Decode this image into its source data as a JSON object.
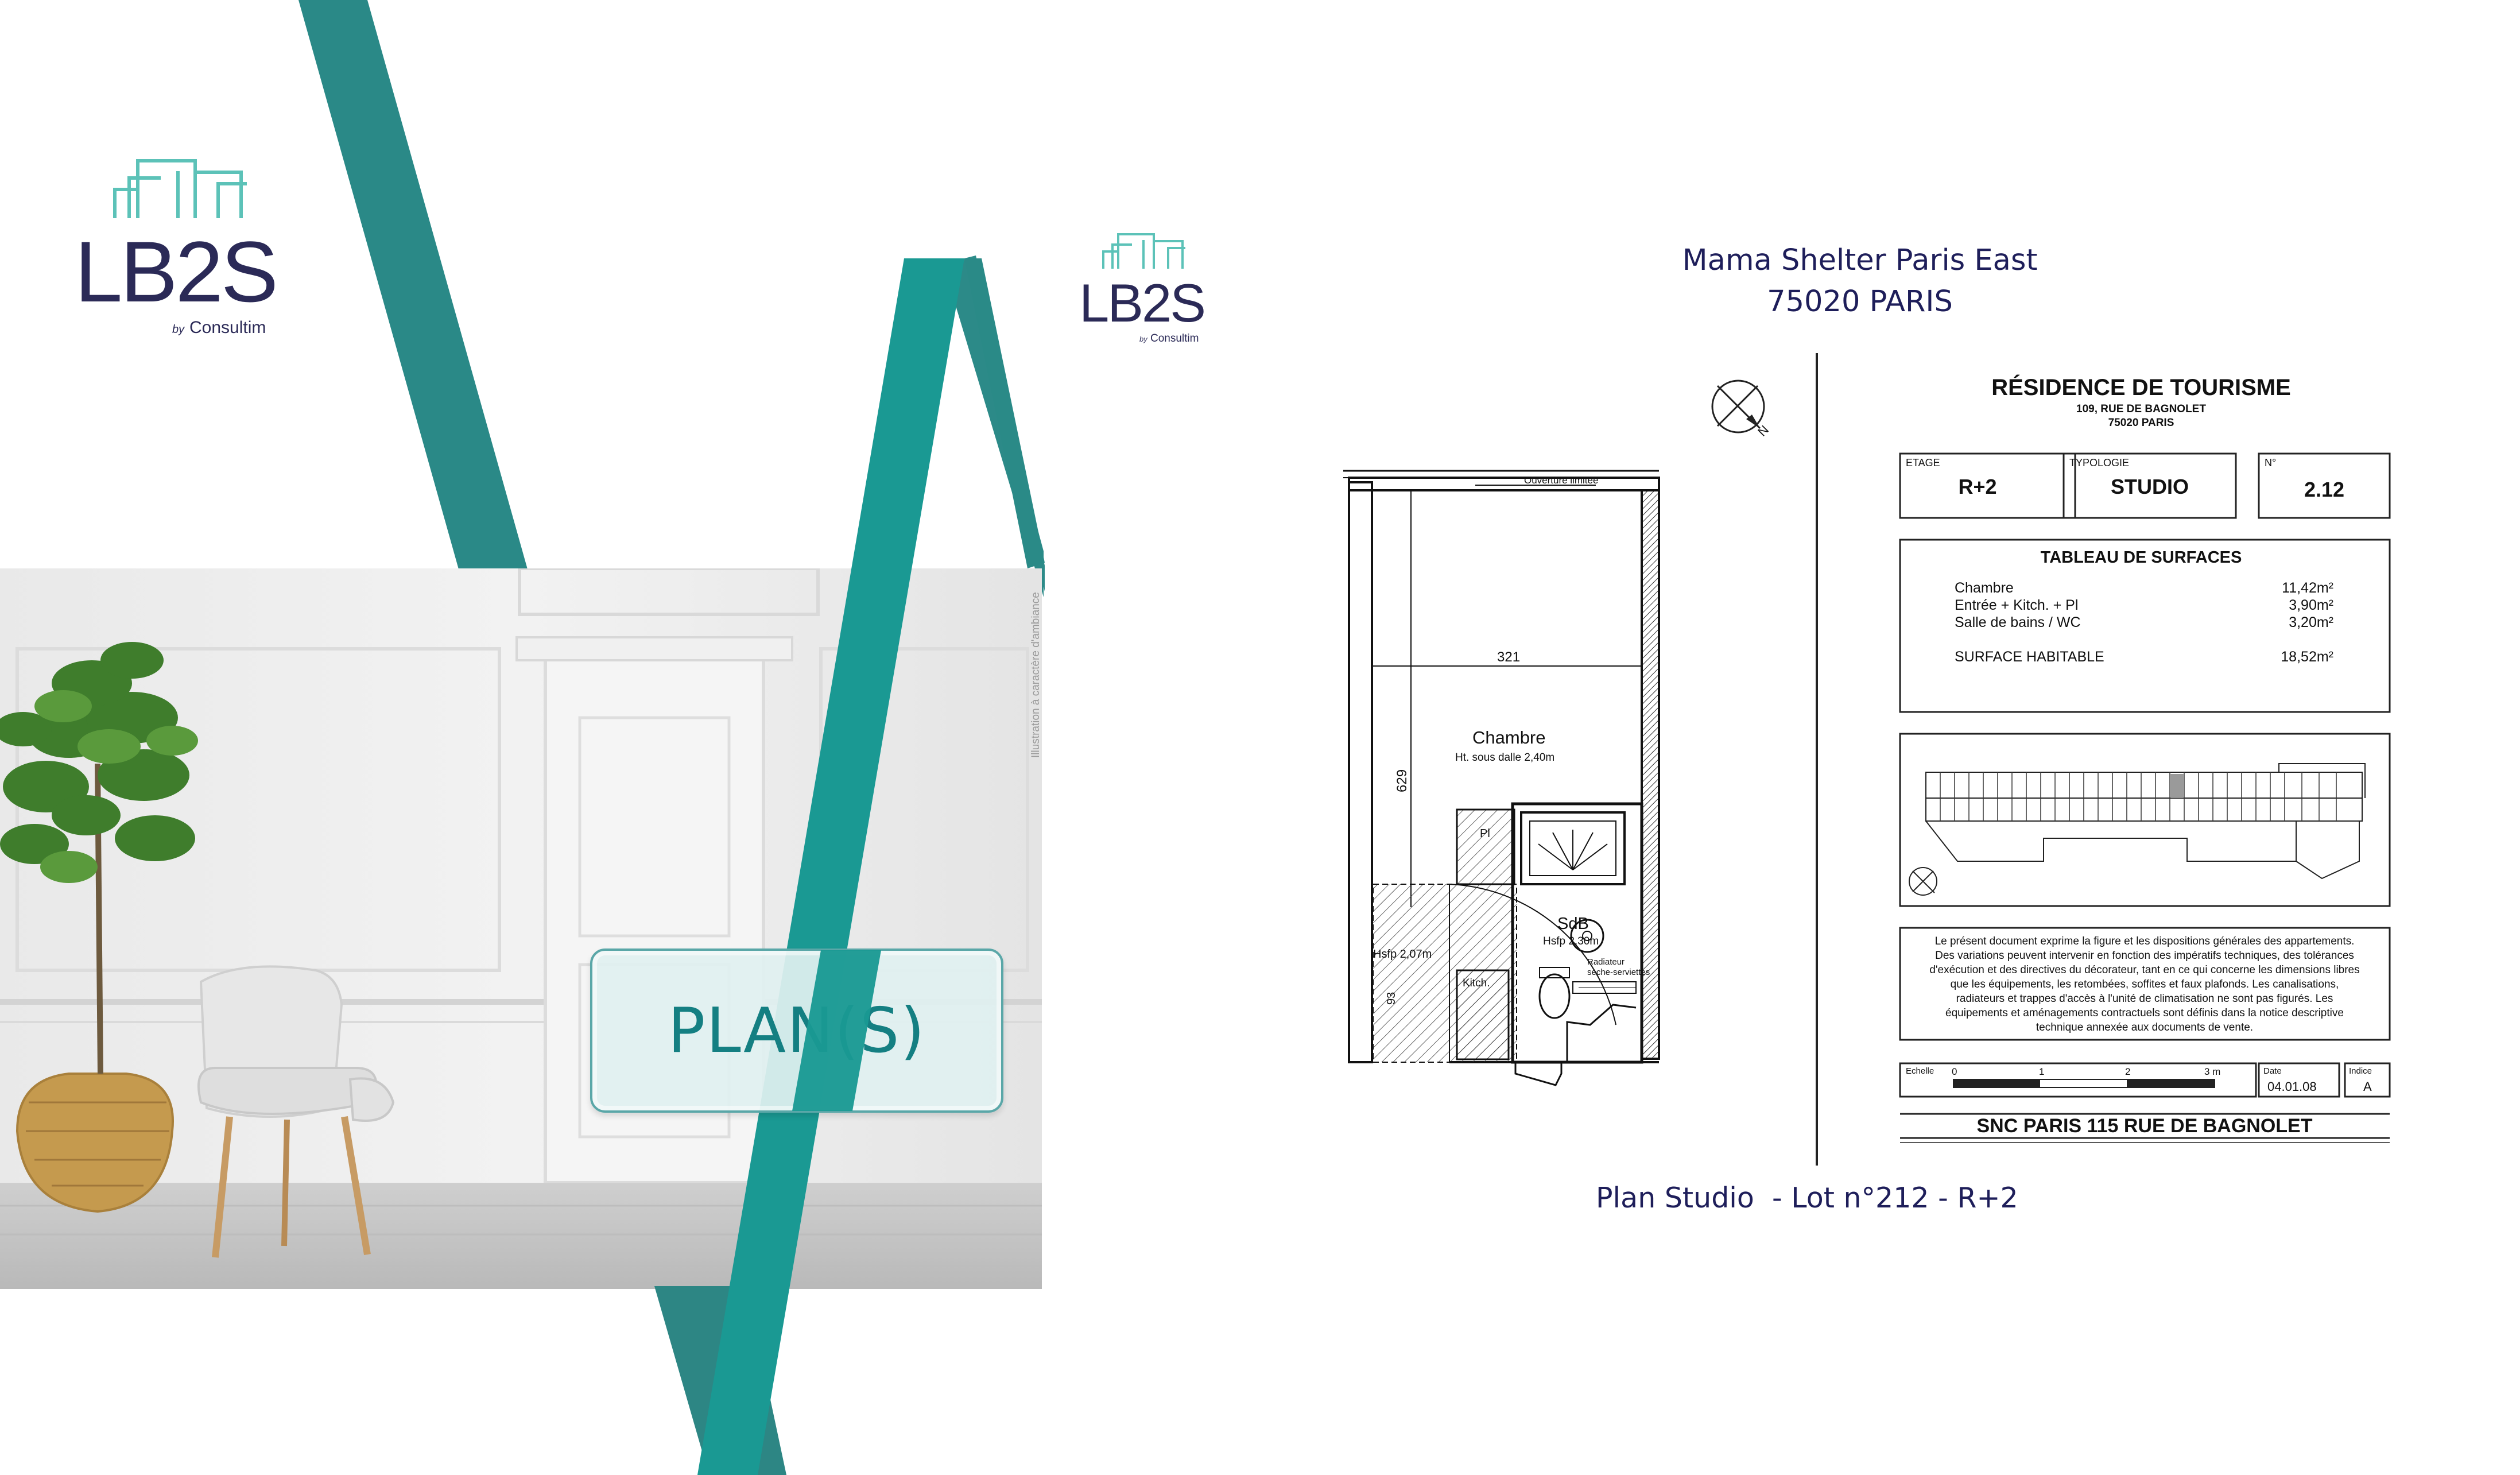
{
  "brand": {
    "logo_name": "LB2S",
    "logo_tagline_by": "by",
    "logo_tagline_company": "Consultim"
  },
  "hero": {
    "label": "PLAN(S)",
    "image_caption": "Illustration à caractère d'ambiance"
  },
  "property": {
    "name": "Mama Shelter Paris East",
    "city": "75020 PARIS"
  },
  "sheet": {
    "title": "RÉSIDENCE DE TOURISME",
    "address_line1": "109, RUE DE BAGNOLET",
    "address_line2": "75020 PARIS",
    "etage_label": "ETAGE",
    "etage_value": "R+2",
    "typologie_label": "TYPOLOGIE",
    "typologie_value": "STUDIO",
    "numero_label": "N°",
    "numero_value": "2.12",
    "surfaces_title": "TABLEAU DE SURFACES",
    "surfaces": [
      {
        "room": "Chambre",
        "area": "11,42m²"
      },
      {
        "room": "Entrée + Kitch. + Pl",
        "area": "3,90m²"
      },
      {
        "room": "Salle de bains / WC",
        "area": "3,20m²"
      }
    ],
    "surface_total_label": "SURFACE HABITABLE",
    "surface_total_value": "18,52m²",
    "disclaimer_lines": [
      "Le présent document exprime la figure et les dispositions générales des appartements.",
      "Des variations peuvent intervenir en fonction des impératifs techniques, des tolérances",
      "d'exécution et des directives du décorateur, tant en ce qui concerne les dimensions libres",
      "que les équipements, les retombées, soffites et faux plafonds. Les canalisations,",
      "radiateurs et trappes d'accès à l'unité de climatisation ne sont pas figurés. Les",
      "équipements et aménagements contractuels sont définis dans la notice descriptive",
      "technique annexée aux documents de vente."
    ],
    "scale_label": "Echelle",
    "scale_ticks": [
      "0",
      "1",
      "2",
      "3 m"
    ],
    "date_label": "Date",
    "date_value": "04.01.08",
    "indice_label": "Indice",
    "indice_value": "A",
    "company": "SNC PARIS 115 RUE DE BAGNOLET",
    "north_label": "N"
  },
  "floorplan": {
    "opening_label": "Ouverture limitée",
    "width_dim": "321",
    "height_dim": "629",
    "side_dim": "93",
    "room_main": "Chambre",
    "room_main_sub": "Ht. sous dalle 2,40m",
    "room_bath": "SdB",
    "room_bath_sub": "Hsfp 2,30m",
    "entry_sub": "Hsfp 2,07m",
    "kitchen": "Kitch.",
    "pl": "Pl",
    "radiator_line1": "Radiateur",
    "radiator_line2": "sèche-serviettes"
  },
  "footer": {
    "plan_caption": "Plan Studio  - Lot n°212 - R+2"
  },
  "colors": {
    "teal": "#1a9993",
    "teal_dark": "#217e7d",
    "navy": "#1e1e5a",
    "logo_navy": "#2b2a57"
  }
}
